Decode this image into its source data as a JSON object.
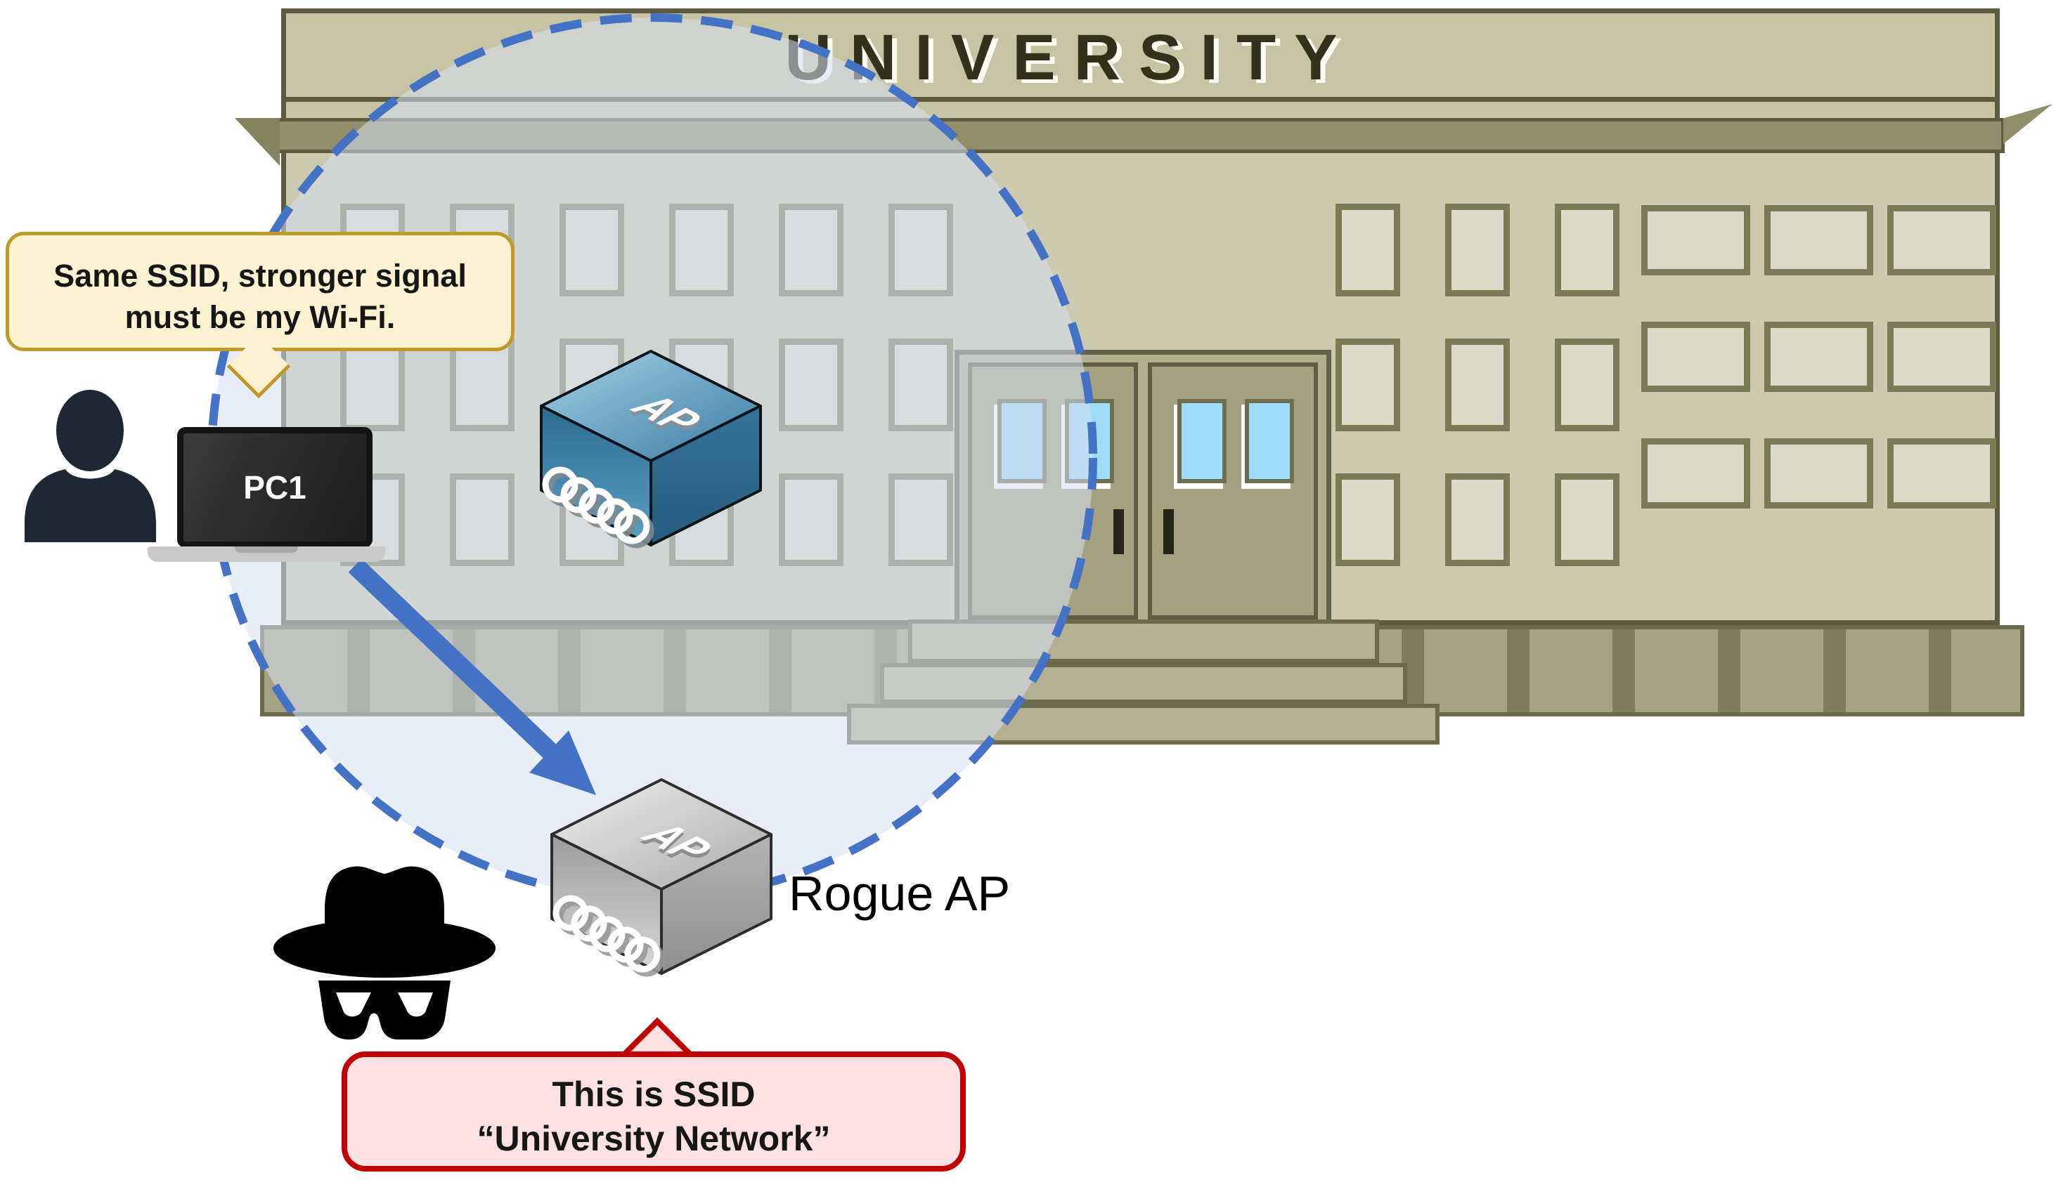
{
  "building": {
    "sign": "UNIVERSITY"
  },
  "thought_bubble": {
    "line1": "Same SSID, stronger signal",
    "line2": "must be my Wi-Fi."
  },
  "client": {
    "label": "PC1"
  },
  "legit_ap": {
    "label": "AP"
  },
  "rogue_ap": {
    "label": "AP",
    "caption": "Rogue AP"
  },
  "ssid_bubble": {
    "line1": "This is SSID",
    "line2": "“University Network”"
  },
  "colors": {
    "accent_blue": "#4472C4",
    "building_khaki": "#CBC9AF",
    "building_outline_olive": "#5C5B41",
    "cornice_olive": "#918F6A",
    "door_olive": "#A4A17E",
    "door_glass_blue": "#9EDBF8",
    "range_circle_fill": "#D7DEF3",
    "thought_bubble_fill": "#FDF3D3",
    "thought_bubble_border": "#C09A28",
    "ssid_bubble_fill": "#FCE1E4",
    "ssid_bubble_border": "#C00000",
    "person_navy": "#1E2734",
    "legit_ap_blue": "#3F81A8",
    "rogue_ap_gray": "#B9B9B9"
  }
}
